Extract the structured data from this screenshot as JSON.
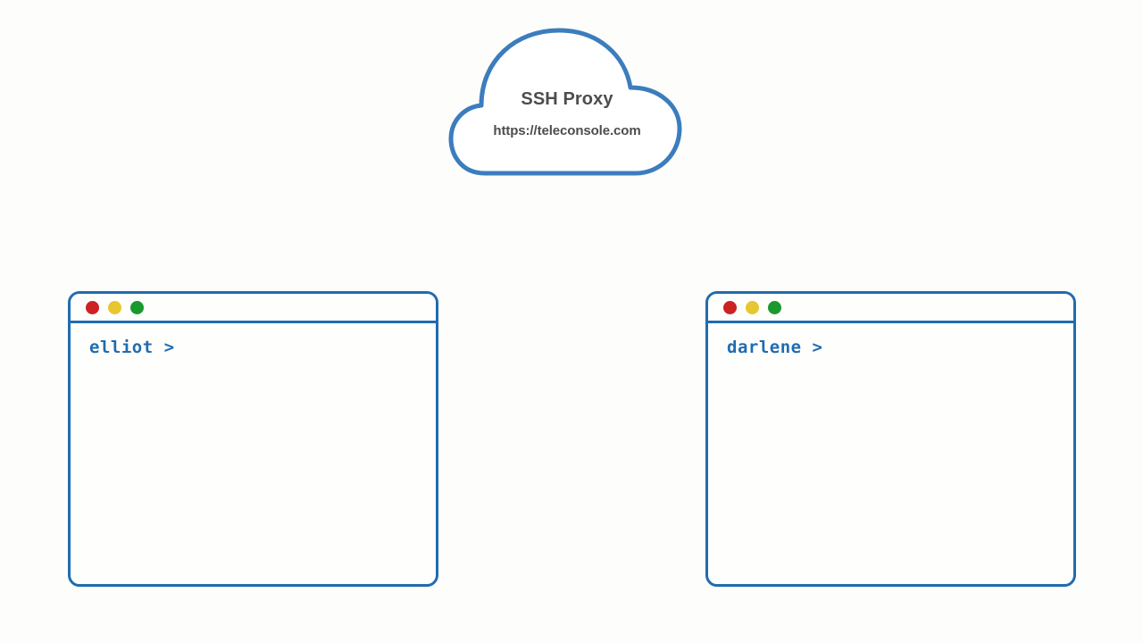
{
  "canvas": {
    "background_color": "#fdfdfb",
    "accent_color": "#1f6cb0"
  },
  "cloud": {
    "name": "ssh-proxy-cloud",
    "title": "SSH Proxy",
    "url": "https://teleconsole.com",
    "stroke_color": "#3b7dbd",
    "text_color": "#4d4d4d"
  },
  "terminals": [
    {
      "id": "left",
      "prompt": "elliot >",
      "user": "elliot",
      "border_color": "#1f6cb0",
      "prompt_color": "#1f6cb0",
      "dots": [
        {
          "name": "close-dot",
          "color": "#cc2222"
        },
        {
          "name": "minimize-dot",
          "color": "#e8c62f"
        },
        {
          "name": "maximize-dot",
          "color": "#1a992e"
        }
      ]
    },
    {
      "id": "right",
      "prompt": "darlene >",
      "user": "darlene",
      "border_color": "#1f6cb0",
      "prompt_color": "#1f6cb0",
      "dots": [
        {
          "name": "close-dot",
          "color": "#cc2222"
        },
        {
          "name": "minimize-dot",
          "color": "#e8c62f"
        },
        {
          "name": "maximize-dot",
          "color": "#1a992e"
        }
      ]
    }
  ]
}
